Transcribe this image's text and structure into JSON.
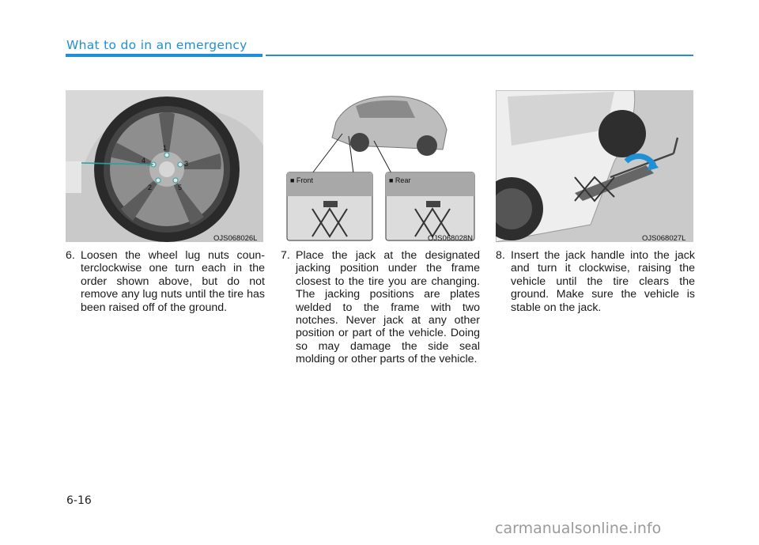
{
  "header": {
    "section_title": "What to do in an emergency"
  },
  "figures": [
    {
      "code": "OJS068026L",
      "callouts": [
        "1",
        "2",
        "3",
        "4",
        "5"
      ]
    },
    {
      "code": "OJS068028N",
      "front_label": "■ Front",
      "rear_label": "■ Rear"
    },
    {
      "code": "OJS068027L"
    }
  ],
  "steps": [
    {
      "number": "6.",
      "text": "Loosen the wheel lug nuts coun­terclockwise one turn each in the order shown above, but do not remove any lug nuts until the tire has been raised off of the ground."
    },
    {
      "number": "7.",
      "text": "Place the jack at the designated jacking position under the frame closest to the tire you are chang­ing. The jacking positions are plates welded to the frame with two notches. Never jack at any other position or part of the vehi­cle. Doing so may damage the side seal molding or other parts of the vehicle."
    },
    {
      "number": "8.",
      "text": "Insert the jack handle into the jack and turn it clockwise, raising the vehicle until the tire clears the ground. Make sure the vehicle is stable on the jack."
    }
  ],
  "footer": {
    "page_number": "6-16",
    "watermark": "carmanualsonline.info"
  },
  "colors": {
    "accent": "#1f8fd6",
    "callout_line": "#2aa1a0"
  }
}
